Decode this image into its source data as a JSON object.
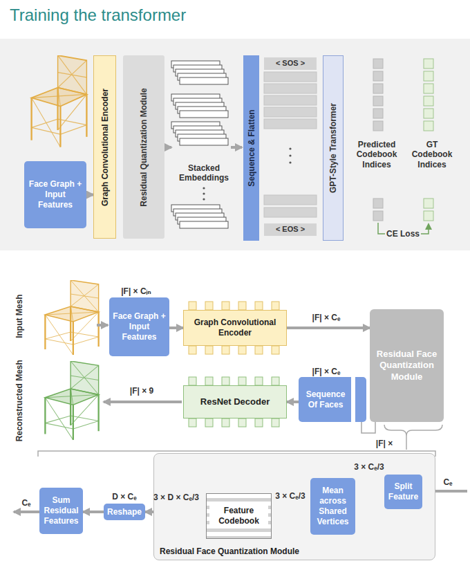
{
  "diagram": {
    "title": "Training the transformer",
    "nodes": [
      {
        "text": [
          "Face Graph + Input Features"
        ]
      },
      {
        "text": [
          "Graph Convolutional Encoder"
        ]
      },
      {
        "text": [
          "Residual Quantization Module"
        ]
      },
      {
        "text": [
          "Sequence & Flatten"
        ]
      },
      {
        "text": [
          "< SOS >"
        ]
      },
      {
        "text": [
          "< EOS >"
        ]
      },
      {
        "text": [
          "GPT-Style Transformer"
        ]
      },
      {
        "text": [
          "Face Graph + Input Features"
        ]
      },
      {
        "text": [
          "Graph Convolutional Encoder"
        ]
      },
      {
        "text": [
          "Residual Face Quantization Module"
        ]
      },
      {
        "text": [
          "Sequence Of Faces"
        ]
      },
      {
        "text": [
          "ResNet Decoder"
        ]
      },
      {
        "text": [
          "Residual Face Quantization Module"
        ]
      },
      {
        "text": [
          "Split Feature"
        ],
        "in": 12
      },
      {
        "text": [
          "Mean across Shared Vertices"
        ],
        "in": 12
      },
      {
        "text": [
          "Feature Codebook"
        ],
        "in": 12
      },
      {
        "text": [
          "Reshape"
        ]
      },
      {
        "text": [
          "Sum Residual Features"
        ]
      }
    ],
    "edges": [
      {
        "from": 0,
        "to": 1,
        "arrow": "to"
      },
      {
        "from": 7,
        "to": 8,
        "arrow": "to"
      },
      {
        "from": 8,
        "to": 9,
        "arrow": "to"
      },
      {
        "from": 9,
        "to": 10,
        "arrow": "none"
      },
      {
        "from": 10,
        "to": 11,
        "arrow": "to"
      },
      {
        "from": 13,
        "to": 14,
        "arrow": "to"
      },
      {
        "from": 14,
        "to": 15,
        "arrow": "to"
      },
      {
        "from": 15,
        "to": 16,
        "arrow": "to"
      },
      {
        "from": 16,
        "to": 17,
        "arrow": "to"
      }
    ],
    "labels": [
      "Stacked Embeddings",
      "Predicted Codebook Indices",
      "GT Codebook Indices",
      "CE Loss",
      "Input Mesh",
      "Reconstructed Mesh",
      "|F| × Cᵢₙ",
      "|F| × Cₑ",
      "|F| × Cₑ",
      "|F| × 9",
      "|F| ×",
      "Cₑ",
      "3 × Cₑ/3",
      "3 × Cₑ/3",
      "3 × D × Cₑ/3",
      "D × Cₑ",
      "Cₑ"
    ]
  }
}
